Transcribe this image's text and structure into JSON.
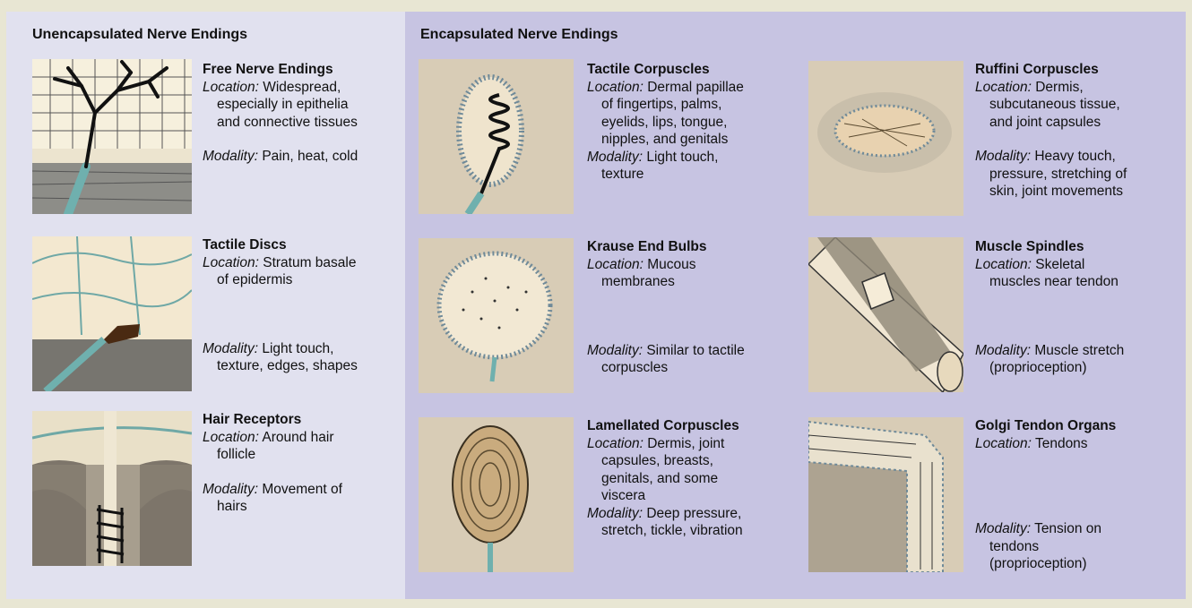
{
  "left": {
    "heading": "Unencapsulated Nerve Endings",
    "entries": [
      {
        "title": "Free Nerve Endings",
        "loc_label": "Location:",
        "loc_1": "Widespread,",
        "loc_2": "especially in epithelia",
        "loc_3": "and connective tissues",
        "mod_label": "Modality:",
        "mod_1": "Pain, heat, cold"
      },
      {
        "title": "Tactile Discs",
        "loc_label": "Location:",
        "loc_1": "Stratum basale",
        "loc_2": "of epidermis",
        "mod_label": "Modality:",
        "mod_1": "Light touch,",
        "mod_2": "texture, edges, shapes"
      },
      {
        "title": "Hair Receptors",
        "loc_label": "Location:",
        "loc_1": "Around hair",
        "loc_2": "follicle",
        "mod_label": "Modality:",
        "mod_1": "Movement of",
        "mod_2": "hairs"
      }
    ]
  },
  "right": {
    "heading": "Encapsulated Nerve Endings",
    "entries": [
      {
        "title": "Tactile Corpuscles",
        "loc_label": "Location:",
        "loc_1": "Dermal papillae",
        "loc_2": "of fingertips, palms,",
        "loc_3": "eyelids, lips, tongue,",
        "loc_4": "nipples, and genitals",
        "mod_label": "Modality:",
        "mod_1": "Light touch,",
        "mod_2": "texture"
      },
      {
        "title": "Ruffini Corpuscles",
        "loc_label": "Location:",
        "loc_1": "Dermis,",
        "loc_2": "subcutaneous tissue,",
        "loc_3": "and joint capsules",
        "mod_label": "Modality:",
        "mod_1": "Heavy touch,",
        "mod_2": "pressure, stretching of",
        "mod_3": "skin, joint movements"
      },
      {
        "title": "Krause End Bulbs",
        "loc_label": "Location:",
        "loc_1": "Mucous",
        "loc_2": "membranes",
        "mod_label": "Modality:",
        "mod_1": "Similar to tactile",
        "mod_2": "corpuscles"
      },
      {
        "title": "Muscle Spindles",
        "loc_label": "Location:",
        "loc_1": "Skeletal",
        "loc_2": "muscles near tendon",
        "mod_label": "Modality:",
        "mod_1": "Muscle stretch",
        "mod_2": "(proprioception)"
      },
      {
        "title": "Lamellated Corpuscles",
        "loc_label": "Location:",
        "loc_1": "Dermis, joint",
        "loc_2": "capsules, breasts,",
        "loc_3": "genitals, and some",
        "loc_4": "viscera",
        "mod_label": "Modality:",
        "mod_1": "Deep pressure,",
        "mod_2": "stretch, tickle, vibration"
      },
      {
        "title": "Golgi Tendon Organs",
        "loc_label": "Location:",
        "loc_1": "Tendons",
        "mod_label": "Modality:",
        "mod_1": "Tension on",
        "mod_2": "tendons",
        "mod_3": "(proprioception)"
      }
    ]
  }
}
